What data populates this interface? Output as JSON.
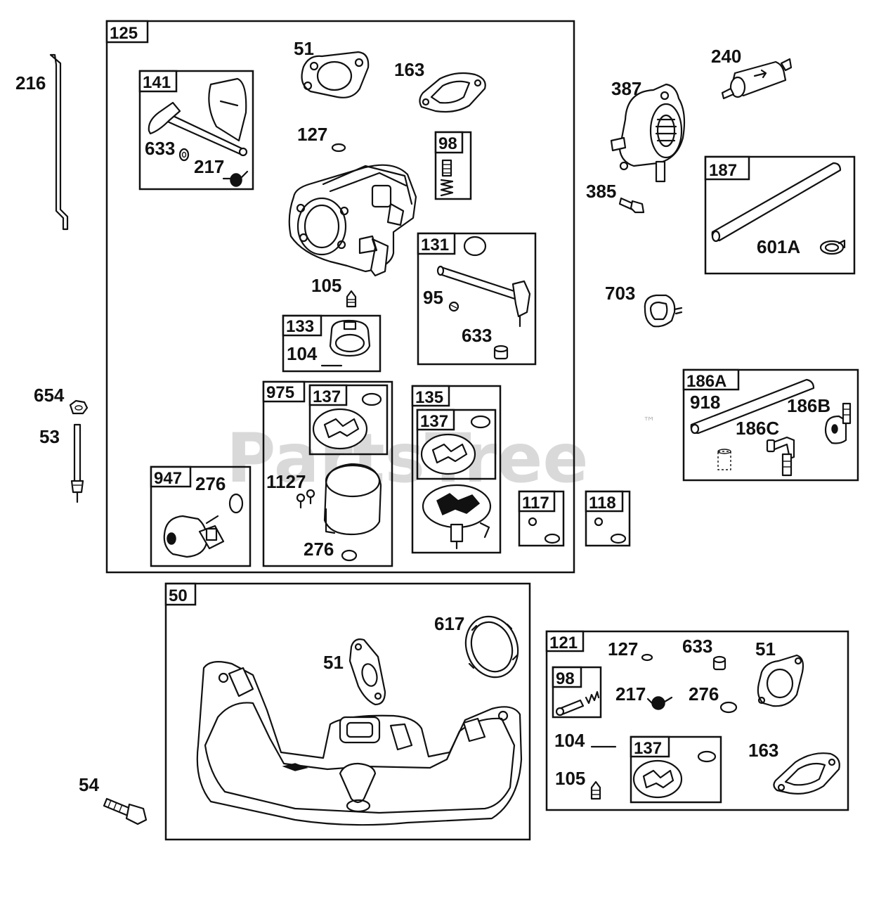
{
  "watermark": {
    "text": "PartsTree",
    "trademark": "™"
  },
  "groups": {
    "g125": "125",
    "g141": "141",
    "g98": "98",
    "g131": "131",
    "g133": "133",
    "g975": "975",
    "g137a": "137",
    "g135": "135",
    "g137b": "137",
    "g947": "947",
    "g117": "117",
    "g118": "118",
    "g187": "187",
    "g186A": "186A",
    "g50": "50",
    "g121": "121",
    "g98b": "98",
    "g137c": "137"
  },
  "labels": {
    "p216": "216",
    "p51a": "51",
    "p163a": "163",
    "p633a": "633",
    "p217a": "217",
    "p127a": "127",
    "p105a": "105",
    "p104a": "104",
    "p95": "95",
    "p633b": "633",
    "p1127": "1127",
    "p276a": "276",
    "p276b": "276",
    "p654": "654",
    "p53": "53",
    "p240": "240",
    "p387": "387",
    "p385": "385",
    "p601A": "601A",
    "p703": "703",
    "p918": "918",
    "p186B": "186B",
    "p186C": "186C",
    "p617": "617",
    "p51b": "51",
    "p54": "54",
    "p127b": "127",
    "p633c": "633",
    "p51c": "51",
    "p217b": "217",
    "p276c": "276",
    "p104b": "104",
    "p163b": "163",
    "p105b": "105"
  }
}
